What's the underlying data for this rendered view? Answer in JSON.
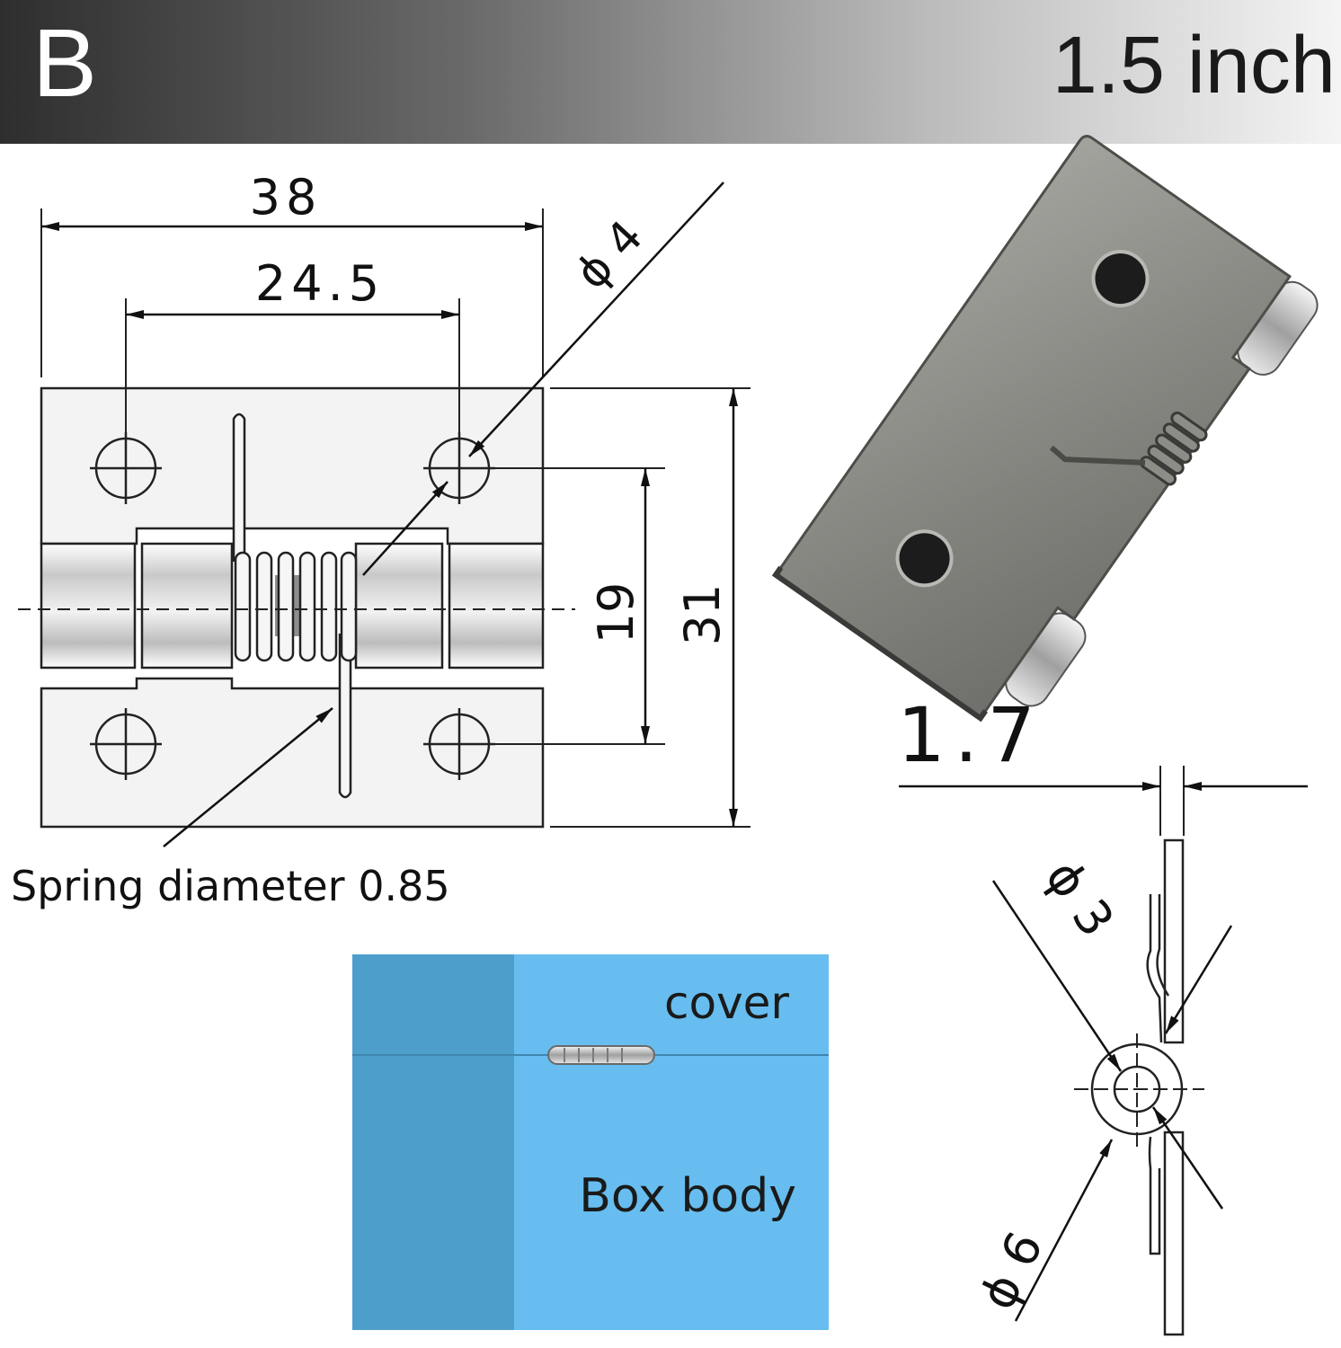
{
  "header": {
    "letter": "B",
    "size_label": "1.5 inch"
  },
  "front_view": {
    "overall_length": "38",
    "hole_spacing": "24.5",
    "hole_diameter": "ϕ 4",
    "hole_pitch_vertical": "19",
    "overall_height": "31",
    "spring_note": "Spring diameter 0.85"
  },
  "side_view": {
    "thickness": "1.7",
    "pin_diameter": "ϕ 3",
    "knuckle_diameter": "ϕ 6"
  },
  "install_diagram": {
    "cover_label": "cover",
    "body_label": "Box body"
  },
  "colors": {
    "header_dark": "#2e2e2e",
    "header_light": "#f4f4f4",
    "box_dark": "#4c9dc9",
    "box_light": "#66bdf0",
    "hinge_metal": "#8a8a86"
  }
}
